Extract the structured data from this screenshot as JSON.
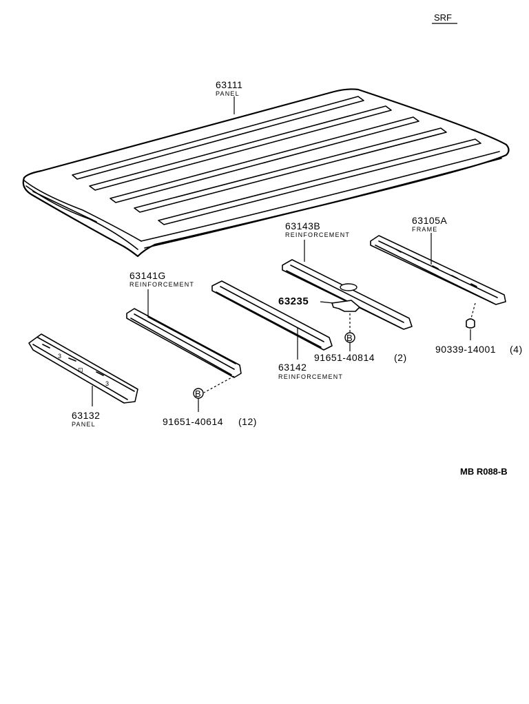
{
  "header": {
    "model_code": "SRF",
    "illustration_code": "MB R088-B"
  },
  "parts": {
    "roof_panel": {
      "number": "63111",
      "name": "PANEL"
    },
    "rear_panel": {
      "number": "63132",
      "name": "PANEL"
    },
    "reinforcement_141": {
      "number": "63141G",
      "name": "REINFORCEMENT"
    },
    "reinforcement_142": {
      "number": "63142",
      "name": "REINFORCEMENT"
    },
    "reinforcement_143": {
      "number": "63143B",
      "name": "REINFORCEMENT"
    },
    "frame": {
      "number": "63105A",
      "name": "FRAME"
    },
    "bracket": {
      "number": "63235",
      "name": ""
    },
    "bolt_a": {
      "number": "91651-40614",
      "qty": "(12)",
      "marker": "B"
    },
    "bolt_b": {
      "number": "91651-40814",
      "qty": "(2)",
      "marker": "B"
    },
    "nut": {
      "number": "90339-14001",
      "qty": "(4)"
    }
  }
}
